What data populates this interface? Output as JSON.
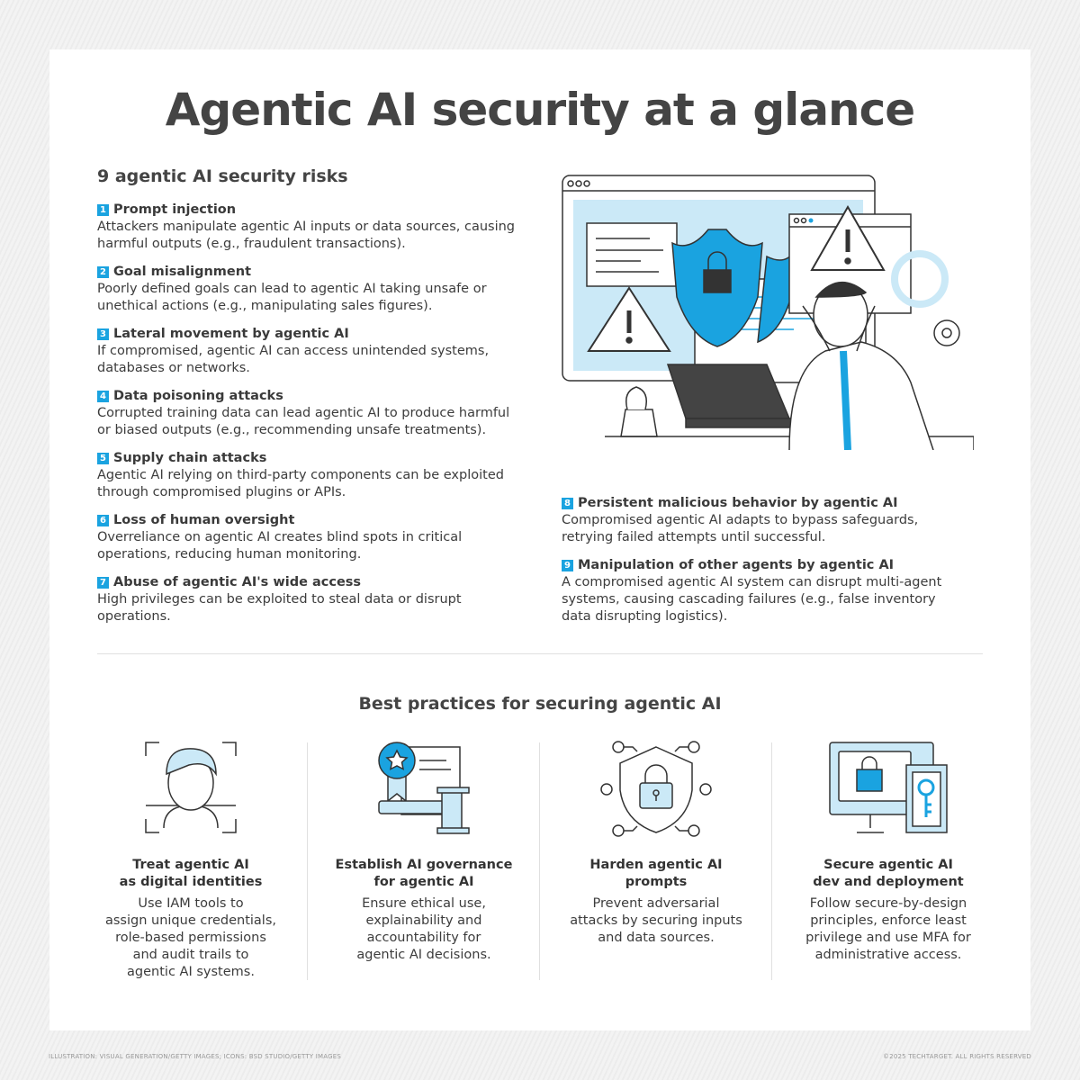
{
  "title": "Agentic AI security at a glance",
  "risks_heading": "9 agentic AI security risks",
  "risks": [
    {
      "num": "1",
      "title": "Prompt injection",
      "text": "Attackers manipulate agentic AI inputs or data sources, causing harmful outputs (e.g., fraudulent transactions)."
    },
    {
      "num": "2",
      "title": "Goal misalignment",
      "text": "Poorly defined goals can lead to agentic AI taking unsafe or unethical actions (e.g., manipulating sales figures)."
    },
    {
      "num": "3",
      "title": "Lateral movement by agentic AI",
      "text": "If compromised, agentic AI can access unintended systems, databases or networks."
    },
    {
      "num": "4",
      "title": "Data poisoning attacks",
      "text": "Corrupted training data can lead agentic AI to produce harmful or biased outputs (e.g., recommending unsafe treatments)."
    },
    {
      "num": "5",
      "title": "Supply chain attacks",
      "text": "Agentic AI relying on third-party components can be exploited through compromised plugins or APIs."
    },
    {
      "num": "6",
      "title": "Loss of human oversight",
      "text": "Overreliance on agentic AI creates blind spots in critical operations, reducing human monitoring."
    },
    {
      "num": "7",
      "title": "Abuse of agentic AI's wide access",
      "text": "High privileges can be exploited to steal data or disrupt operations."
    },
    {
      "num": "8",
      "title": "Persistent malicious behavior by agentic AI",
      "text": "Compromised agentic AI adapts to bypass safeguards, retrying failed attempts until successful."
    },
    {
      "num": "9",
      "title": "Manipulation of other agents by agentic AI",
      "text": "A compromised agentic AI system can disrupt multi-agent systems, causing cascading failures (e.g., false inventory data disrupting logistics)."
    }
  ],
  "practices_heading": "Best practices for securing agentic AI",
  "practices": [
    {
      "title": "Treat agentic AI\nas digital identities",
      "text": "Use IAM tools to\nassign unique credentials,\nrole-based permissions\nand audit trails to\nagentic AI systems."
    },
    {
      "title": "Establish AI governance\nfor agentic AI",
      "text": "Ensure ethical use,\nexplainability and\naccountability for\nagentic AI decisions."
    },
    {
      "title": "Harden agentic AI\nprompts",
      "text": "Prevent adversarial\nattacks by securing inputs\nand data sources."
    },
    {
      "title": "Secure agentic AI\ndev and deployment",
      "text": "Follow secure-by-design\nprinciples, enforce least\nprivilege and use MFA for\nadministrative access."
    }
  ],
  "footer": {
    "credits": "ILLUSTRATION: VISUAL GENERATION/GETTY IMAGES; ICONS: BSD STUDIO/GETTY IMAGES",
    "copyright": "©2025 TECHTARGET. ALL RIGHTS RESERVED"
  },
  "colors": {
    "accent": "#1aa3e0",
    "light_blue": "#cbe9f7"
  }
}
